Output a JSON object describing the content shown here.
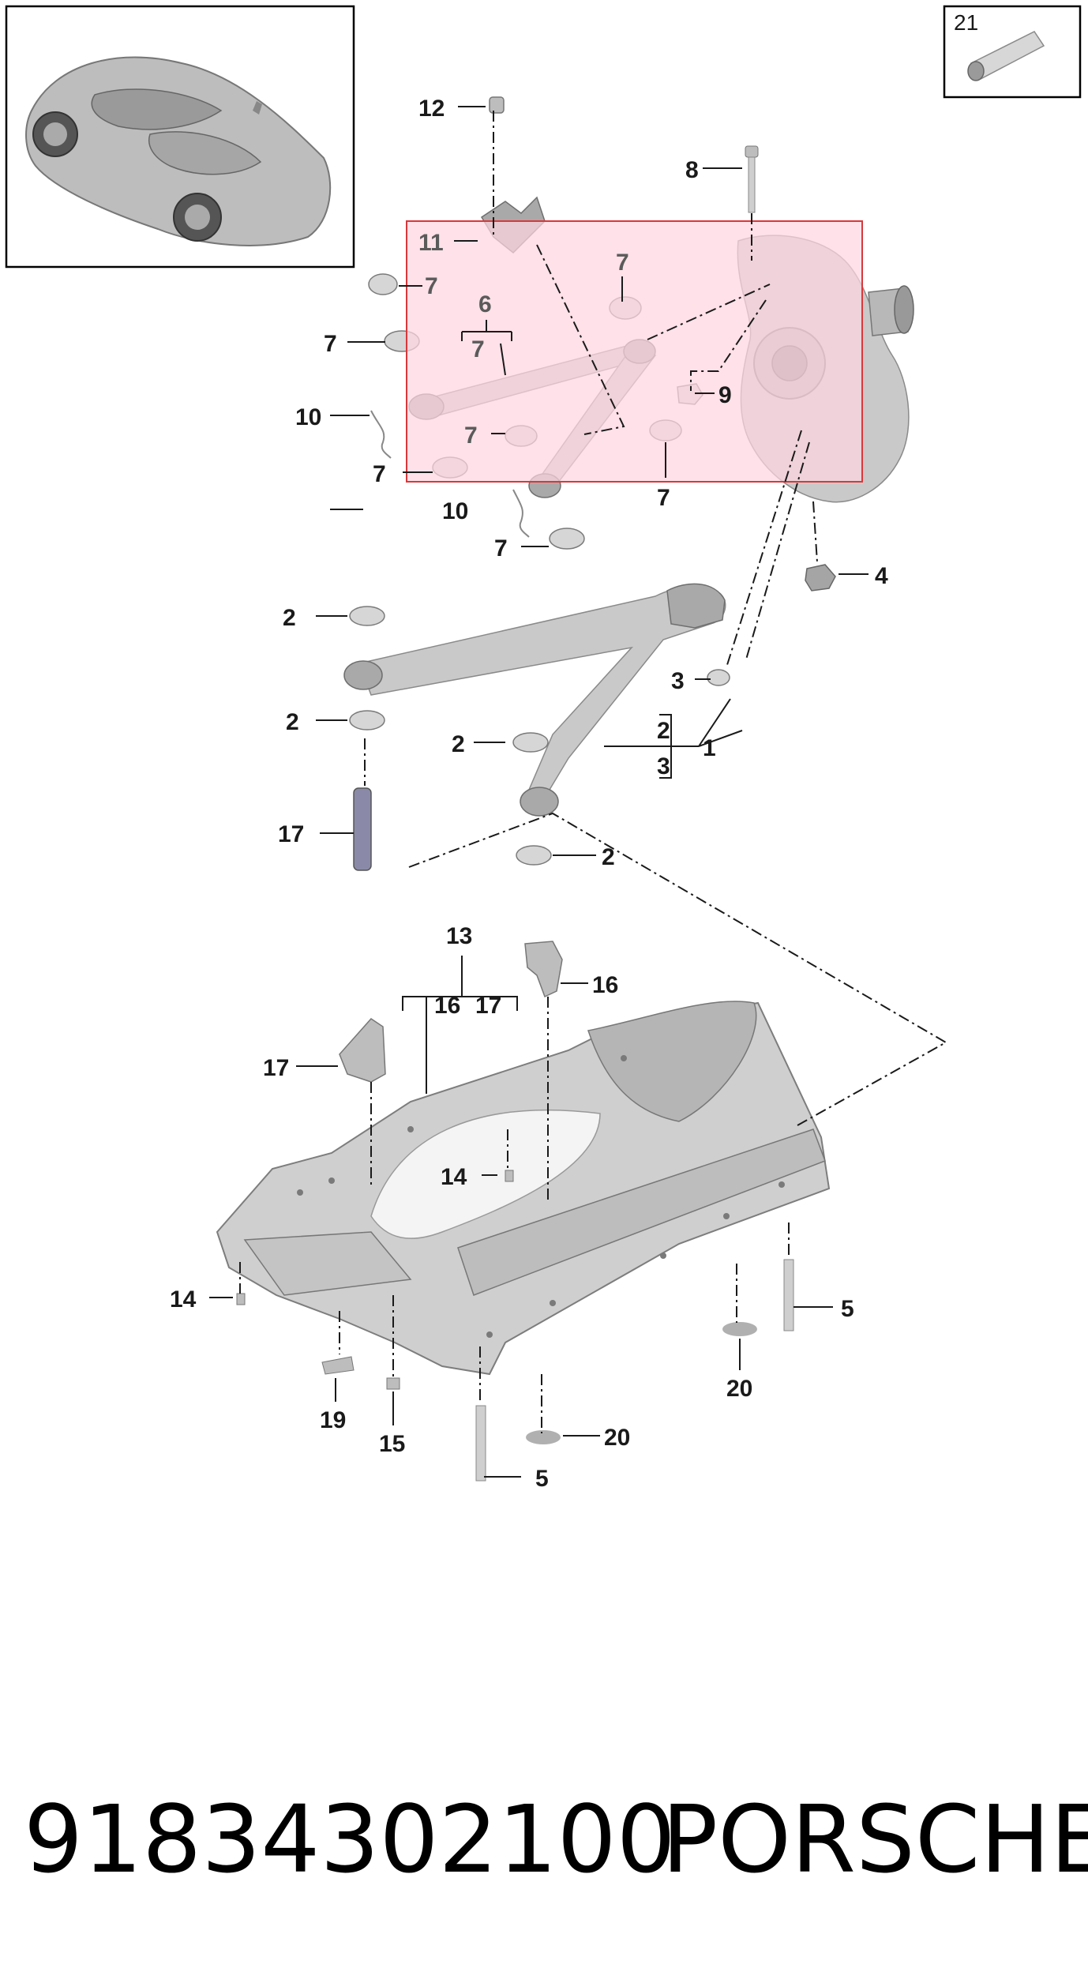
{
  "diagram": {
    "part_number": "91834302100",
    "brand": "PORSCHE",
    "callouts": {
      "c1": "1",
      "c2a": "2",
      "c2b": "2",
      "c2c": "2",
      "c2d": "2",
      "c2e": "2",
      "c3a": "3",
      "c3b": "3",
      "c4": "4",
      "c5a": "5",
      "c5b": "5",
      "c6": "6",
      "c7a": "7",
      "c7b": "7",
      "c7c": "7",
      "c7d": "7",
      "c7e": "7",
      "c7f": "7",
      "c7g": "7",
      "c7h": "7",
      "c8": "8",
      "c9": "9",
      "c10a": "10",
      "c10b": "10",
      "c11": "11",
      "c12": "12",
      "c13": "13",
      "c14a": "14",
      "c14b": "14",
      "c15": "15",
      "c16a": "16",
      "c16b": "16",
      "c17a": "17",
      "c17b": "17",
      "c17c": "17",
      "c19": "19",
      "c20a": "20",
      "c20b": "20",
      "c21": "21"
    },
    "colors": {
      "highlight_fill": "#ffd6e0",
      "highlight_stroke": "#d9383a",
      "part_grey": "#c9c9c9",
      "ink": "#1a1a1a"
    }
  }
}
